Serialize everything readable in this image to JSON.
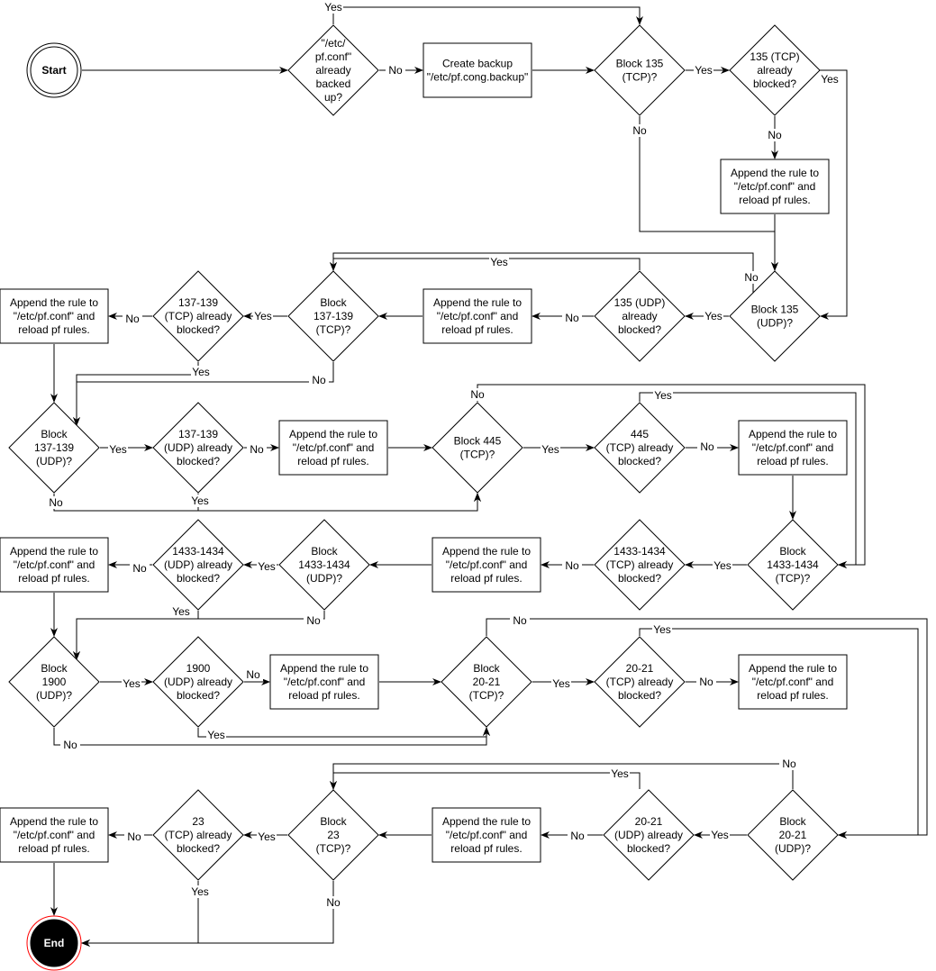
{
  "nodes": [
    {
      "id": "start",
      "type": "terminal",
      "lines": [
        "Start"
      ]
    },
    {
      "id": "d_backup",
      "type": "decision",
      "lines": [
        "\"/etc/",
        "pf.conf\"",
        "already",
        "backed",
        "up?"
      ]
    },
    {
      "id": "p_backup",
      "type": "process",
      "lines": [
        "Create backup",
        "\"/etc/pf.cong.backup\""
      ]
    },
    {
      "id": "d_b135tcp",
      "type": "decision",
      "lines": [
        "Block 135",
        "(TCP)?"
      ]
    },
    {
      "id": "d_135tcp_blk",
      "type": "decision",
      "lines": [
        "135 (TCP)",
        "already",
        "blocked?"
      ]
    },
    {
      "id": "p_135tcp",
      "type": "process",
      "lines": [
        "Append the rule to",
        "\"/etc/pf.conf\" and",
        "reload pf rules."
      ]
    },
    {
      "id": "d_b135udp",
      "type": "decision",
      "lines": [
        "Block 135",
        "(UDP)?"
      ]
    },
    {
      "id": "d_135udp_blk",
      "type": "decision",
      "lines": [
        "135 (UDP)",
        "already",
        "blocked?"
      ]
    },
    {
      "id": "p_135udp",
      "type": "process",
      "lines": [
        "Append the rule to",
        "\"/etc/pf.conf\" and",
        "reload pf rules."
      ]
    },
    {
      "id": "d_b137tcp",
      "type": "decision",
      "lines": [
        "Block",
        "137-139",
        "(TCP)?"
      ]
    },
    {
      "id": "d_137tcp_blk",
      "type": "decision",
      "lines": [
        "137-139",
        "(TCP) already",
        "blocked?"
      ]
    },
    {
      "id": "p_137tcp",
      "type": "process",
      "lines": [
        "Append the rule to",
        "\"/etc/pf.conf\" and",
        "reload pf rules."
      ]
    },
    {
      "id": "d_b137udp",
      "type": "decision",
      "lines": [
        "Block",
        "137-139",
        "(UDP)?"
      ]
    },
    {
      "id": "d_137udp_blk",
      "type": "decision",
      "lines": [
        "137-139",
        "(UDP) already",
        "blocked?"
      ]
    },
    {
      "id": "p_137udp",
      "type": "process",
      "lines": [
        "Append the rule to",
        "\"/etc/pf.conf\" and",
        "reload pf rules."
      ]
    },
    {
      "id": "d_b445",
      "type": "decision",
      "lines": [
        "Block 445",
        "(TCP)?"
      ]
    },
    {
      "id": "d_445_blk",
      "type": "decision",
      "lines": [
        "445",
        "(TCP) already",
        "blocked?"
      ]
    },
    {
      "id": "p_445",
      "type": "process",
      "lines": [
        "Append the rule to",
        "\"/etc/pf.conf\" and",
        "reload pf rules."
      ]
    },
    {
      "id": "d_b1433tcp",
      "type": "decision",
      "lines": [
        "Block",
        "1433-1434",
        "(TCP)?"
      ]
    },
    {
      "id": "d_1433tcp_blk",
      "type": "decision",
      "lines": [
        "1433-1434",
        "(TCP) already",
        "blocked?"
      ]
    },
    {
      "id": "p_1433tcp",
      "type": "process",
      "lines": [
        "Append the rule to",
        "\"/etc/pf.conf\" and",
        "reload pf rules."
      ]
    },
    {
      "id": "d_b1433udp",
      "type": "decision",
      "lines": [
        "Block",
        "1433-1434",
        "(UDP)?"
      ]
    },
    {
      "id": "d_1433udp_blk",
      "type": "decision",
      "lines": [
        "1433-1434",
        "(UDP) already",
        "blocked?"
      ]
    },
    {
      "id": "p_1433udp",
      "type": "process",
      "lines": [
        "Append the rule to",
        "\"/etc/pf.conf\" and",
        "reload pf rules."
      ]
    },
    {
      "id": "d_b1900",
      "type": "decision",
      "lines": [
        "Block",
        "1900",
        "(UDP)?"
      ]
    },
    {
      "id": "d_1900_blk",
      "type": "decision",
      "lines": [
        "1900",
        "(UDP) already",
        "blocked?"
      ]
    },
    {
      "id": "p_1900",
      "type": "process",
      "lines": [
        "Append the rule to",
        "\"/etc/pf.conf\" and",
        "reload pf rules."
      ]
    },
    {
      "id": "d_b20tcp",
      "type": "decision",
      "lines": [
        "Block",
        "20-21",
        "(TCP)?"
      ]
    },
    {
      "id": "d_20tcp_blk",
      "type": "decision",
      "lines": [
        "20-21",
        "(TCP) already",
        "blocked?"
      ]
    },
    {
      "id": "p_20tcp",
      "type": "process",
      "lines": [
        "Append the rule to",
        "\"/etc/pf.conf\" and",
        "reload pf rules."
      ]
    },
    {
      "id": "d_b20udp",
      "type": "decision",
      "lines": [
        "Block",
        "20-21",
        "(UDP)?"
      ]
    },
    {
      "id": "d_20udp_blk",
      "type": "decision",
      "lines": [
        "20-21",
        "(UDP) already",
        "blocked?"
      ]
    },
    {
      "id": "p_20udp",
      "type": "process",
      "lines": [
        "Append the rule to",
        "\"/etc/pf.conf\" and",
        "reload pf rules."
      ]
    },
    {
      "id": "d_b23",
      "type": "decision",
      "lines": [
        "Block",
        "23",
        "(TCP)?"
      ]
    },
    {
      "id": "d_23_blk",
      "type": "decision",
      "lines": [
        "23",
        "(TCP) already",
        "blocked?"
      ]
    },
    {
      "id": "p_23",
      "type": "process",
      "lines": [
        "Append the rule to",
        "\"/etc/pf.conf\" and",
        "reload pf rules."
      ]
    },
    {
      "id": "end",
      "type": "end",
      "lines": [
        "End"
      ]
    }
  ],
  "edges": [
    {
      "from": "start",
      "to": "d_backup",
      "label": ""
    },
    {
      "from": "d_backup",
      "to": "p_backup",
      "label": "No"
    },
    {
      "from": "d_backup",
      "to": "d_b135tcp",
      "label": "Yes"
    },
    {
      "from": "p_backup",
      "to": "d_b135tcp",
      "label": ""
    },
    {
      "from": "d_b135tcp",
      "to": "d_135tcp_blk",
      "label": "Yes"
    },
    {
      "from": "d_b135tcp",
      "to": "d_b135udp",
      "label": "No"
    },
    {
      "from": "d_135tcp_blk",
      "to": "p_135tcp",
      "label": "No"
    },
    {
      "from": "d_135tcp_blk",
      "to": "d_b135udp",
      "label": "Yes"
    },
    {
      "from": "p_135tcp",
      "to": "d_b135udp",
      "label": ""
    },
    {
      "from": "d_b135udp",
      "to": "d_135udp_blk",
      "label": "Yes"
    },
    {
      "from": "d_b135udp",
      "to": "d_b137tcp",
      "label": "No"
    },
    {
      "from": "d_135udp_blk",
      "to": "p_135udp",
      "label": "No"
    },
    {
      "from": "d_135udp_blk",
      "to": "d_b137tcp",
      "label": "Yes"
    },
    {
      "from": "p_135udp",
      "to": "d_b137tcp",
      "label": ""
    },
    {
      "from": "d_b137tcp",
      "to": "d_137tcp_blk",
      "label": "Yes"
    },
    {
      "from": "d_b137tcp",
      "to": "d_b137udp",
      "label": "No"
    },
    {
      "from": "d_137tcp_blk",
      "to": "p_137tcp",
      "label": "No"
    },
    {
      "from": "d_137tcp_blk",
      "to": "d_b137udp",
      "label": "Yes"
    },
    {
      "from": "p_137tcp",
      "to": "d_b137udp",
      "label": ""
    },
    {
      "from": "d_b137udp",
      "to": "d_137udp_blk",
      "label": "Yes"
    },
    {
      "from": "d_b137udp",
      "to": "d_b445",
      "label": "No"
    },
    {
      "from": "d_137udp_blk",
      "to": "p_137udp",
      "label": "No"
    },
    {
      "from": "d_137udp_blk",
      "to": "d_b445",
      "label": "Yes"
    },
    {
      "from": "p_137udp",
      "to": "d_b445",
      "label": ""
    },
    {
      "from": "d_b445",
      "to": "d_445_blk",
      "label": "Yes"
    },
    {
      "from": "d_b445",
      "to": "d_b1433tcp",
      "label": "No"
    },
    {
      "from": "d_445_blk",
      "to": "p_445",
      "label": "No"
    },
    {
      "from": "d_445_blk",
      "to": "d_b1433tcp",
      "label": "Yes"
    },
    {
      "from": "p_445",
      "to": "d_b1433tcp",
      "label": ""
    },
    {
      "from": "d_b1433tcp",
      "to": "d_1433tcp_blk",
      "label": "Yes"
    },
    {
      "from": "d_1433tcp_blk",
      "to": "p_1433tcp",
      "label": "No"
    },
    {
      "from": "p_1433tcp",
      "to": "d_b1433udp",
      "label": ""
    },
    {
      "from": "d_b1433udp",
      "to": "d_1433udp_blk",
      "label": "Yes"
    },
    {
      "from": "d_b1433udp",
      "to": "d_b1900",
      "label": "No"
    },
    {
      "from": "d_1433udp_blk",
      "to": "p_1433udp",
      "label": "No"
    },
    {
      "from": "d_1433udp_blk",
      "to": "d_b1900",
      "label": "Yes"
    },
    {
      "from": "p_1433udp",
      "to": "d_b1900",
      "label": ""
    },
    {
      "from": "d_b1900",
      "to": "d_1900_blk",
      "label": "Yes"
    },
    {
      "from": "d_b1900",
      "to": "d_b20tcp",
      "label": "No"
    },
    {
      "from": "d_1900_blk",
      "to": "p_1900",
      "label": "No"
    },
    {
      "from": "d_1900_blk",
      "to": "d_b20tcp",
      "label": "Yes"
    },
    {
      "from": "p_1900",
      "to": "d_b20tcp",
      "label": ""
    },
    {
      "from": "d_b20tcp",
      "to": "d_20tcp_blk",
      "label": "Yes"
    },
    {
      "from": "d_b20tcp",
      "to": "d_b20udp",
      "label": "No"
    },
    {
      "from": "d_20tcp_blk",
      "to": "p_20tcp",
      "label": "No"
    },
    {
      "from": "d_20tcp_blk",
      "to": "d_b20udp",
      "label": "Yes"
    },
    {
      "from": "d_b20udp",
      "to": "d_20udp_blk",
      "label": "Yes"
    },
    {
      "from": "d_b20udp",
      "to": "d_b23",
      "label": "No"
    },
    {
      "from": "d_20udp_blk",
      "to": "p_20udp",
      "label": "No"
    },
    {
      "from": "d_20udp_blk",
      "to": "d_b23",
      "label": "Yes"
    },
    {
      "from": "p_20udp",
      "to": "d_b23",
      "label": ""
    },
    {
      "from": "d_b23",
      "to": "d_23_blk",
      "label": "Yes"
    },
    {
      "from": "d_b23",
      "to": "end",
      "label": "No"
    },
    {
      "from": "d_23_blk",
      "to": "p_23",
      "label": "No"
    },
    {
      "from": "d_23_blk",
      "to": "end",
      "label": "Yes"
    },
    {
      "from": "p_23",
      "to": "end",
      "label": ""
    }
  ]
}
